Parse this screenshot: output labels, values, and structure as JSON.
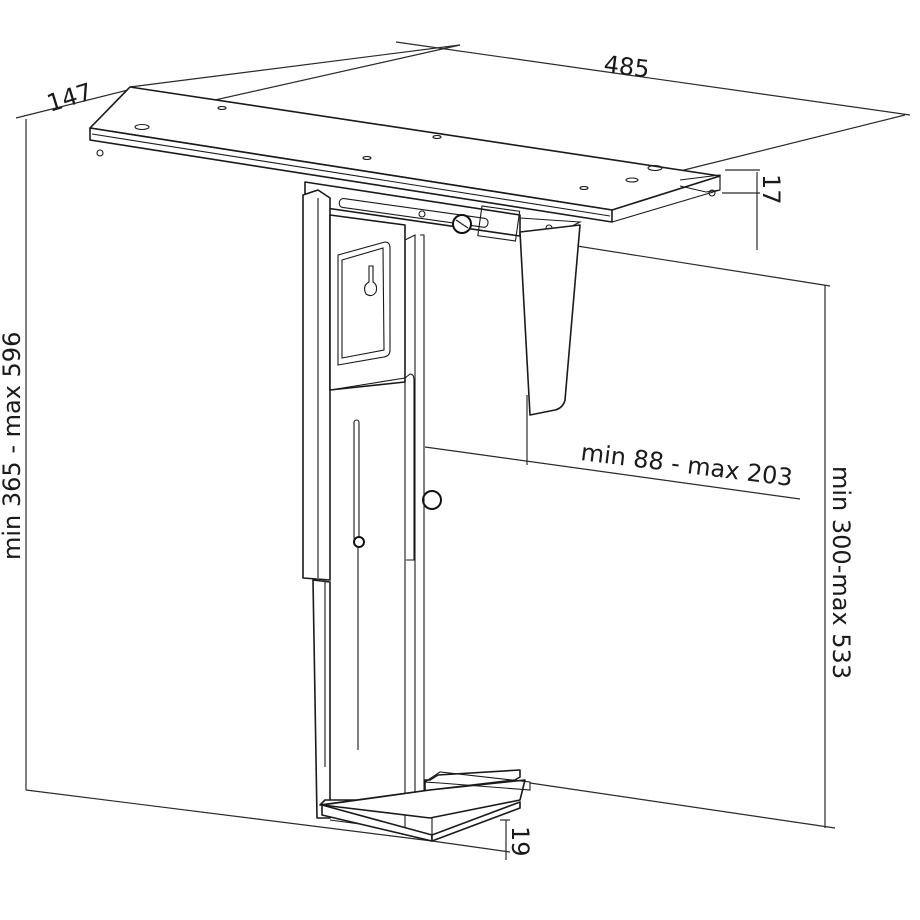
{
  "drawing": {
    "subject": "Under-desk PC holder technical dimension drawing",
    "units": "mm",
    "line_color": "#1a1a1a",
    "background": "#ffffff"
  },
  "dimensions": {
    "depth": "147",
    "width": "485",
    "plate_thickness": "17",
    "case_width_range": "min 88 - max 203",
    "total_height_range": "min 365 - max 596",
    "case_height_range": "min 300-max 533",
    "bottom_tray_height": "19"
  }
}
